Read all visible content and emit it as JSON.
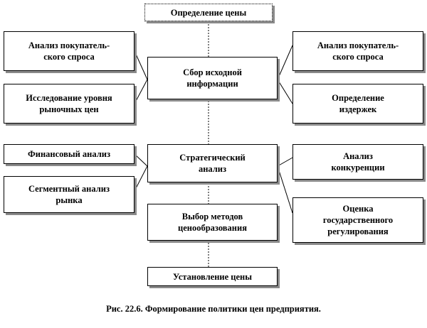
{
  "boxes": {
    "definition": "Определение цены",
    "collect": "Сбор исходной\nинформации",
    "demand_left": "Анализ покупатель-\nского спроса",
    "market_prices": "Исследование уровня\nрыночных цен",
    "demand_right": "Анализ покупатель-\nского спроса",
    "costs": "Определение\nиздержек",
    "strategic": "Стратегический\nанализ",
    "financial": "Финансовый анализ",
    "segment": "Сегментный анализ\nрынка",
    "competition": "Анализ\nконкуренции",
    "state_regulation": "Оценка\nгосударственного\nрегулирования",
    "methods": "Выбор методов\nценообразования",
    "setting": "Установление цены"
  },
  "caption": "Рис. 22.6. Формирование политики цен предприятия."
}
